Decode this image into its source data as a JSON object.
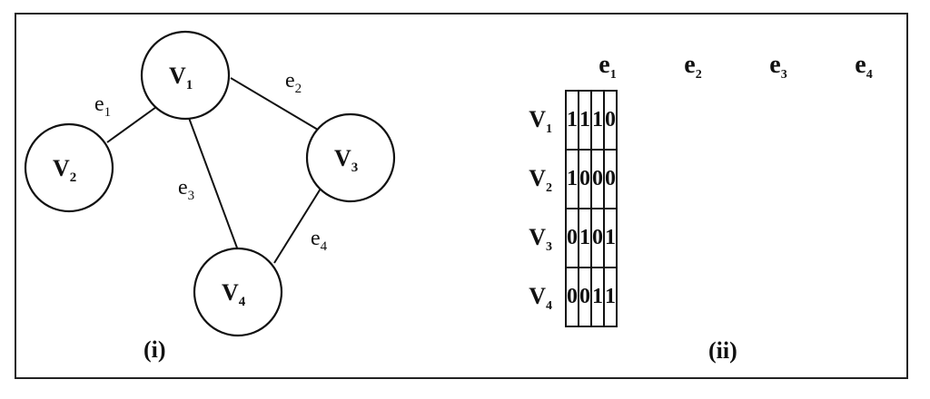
{
  "graph": {
    "nodes": [
      {
        "id": "v1",
        "letter": "V",
        "index": "1"
      },
      {
        "id": "v2",
        "letter": "V",
        "index": "2"
      },
      {
        "id": "v3",
        "letter": "V",
        "index": "3"
      },
      {
        "id": "v4",
        "letter": "V",
        "index": "4"
      }
    ],
    "edges": [
      {
        "id": "e1",
        "letter": "e",
        "index": "1",
        "from": "v1",
        "to": "v2"
      },
      {
        "id": "e2",
        "letter": "e",
        "index": "2",
        "from": "v1",
        "to": "v3"
      },
      {
        "id": "e3",
        "letter": "e",
        "index": "3",
        "from": "v1",
        "to": "v4"
      },
      {
        "id": "e4",
        "letter": "e",
        "index": "4",
        "from": "v3",
        "to": "v4"
      }
    ],
    "caption": "(i)"
  },
  "matrix": {
    "columns": [
      {
        "letter": "e",
        "index": "1"
      },
      {
        "letter": "e",
        "index": "2"
      },
      {
        "letter": "e",
        "index": "3"
      },
      {
        "letter": "e",
        "index": "4"
      }
    ],
    "rows": [
      {
        "letter": "V",
        "index": "1",
        "values": [
          "1",
          "1",
          "1",
          "0"
        ]
      },
      {
        "letter": "V",
        "index": "2",
        "values": [
          "1",
          "0",
          "0",
          "0"
        ]
      },
      {
        "letter": "V",
        "index": "3",
        "values": [
          "0",
          "1",
          "0",
          "1"
        ]
      },
      {
        "letter": "V",
        "index": "4",
        "values": [
          "0",
          "0",
          "1",
          "1"
        ]
      }
    ],
    "caption": "(ii)"
  }
}
